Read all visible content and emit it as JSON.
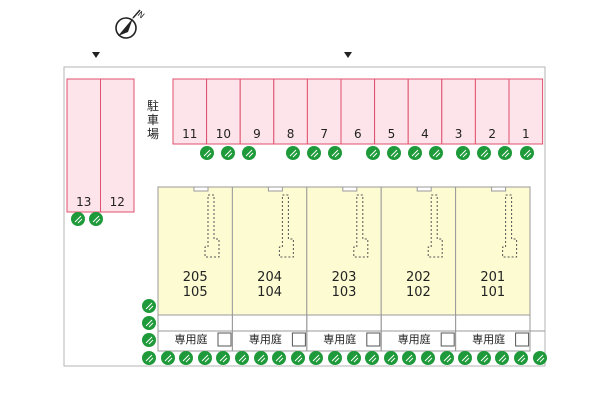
{
  "compass": {
    "label": "N"
  },
  "parking": {
    "label": "駐車場",
    "top_row": [
      "11",
      "10",
      "9",
      "8",
      "7",
      "6",
      "5",
      "4",
      "3",
      "2",
      "1"
    ],
    "left_column": [
      "13",
      "12"
    ]
  },
  "units": [
    {
      "upper": "205",
      "lower": "105",
      "garden": "専用庭"
    },
    {
      "upper": "204",
      "lower": "104",
      "garden": "専用庭"
    },
    {
      "upper": "203",
      "lower": "103",
      "garden": "専用庭"
    },
    {
      "upper": "202",
      "lower": "102",
      "garden": "専用庭"
    },
    {
      "upper": "201",
      "lower": "101",
      "garden": "専用庭"
    }
  ],
  "colors": {
    "parking_fill": "#fde4ea",
    "parking_stroke": "#e0506e",
    "building_fill": "#fdfbd2",
    "building_stroke": "#9a9a9a",
    "shrub": "#1f9a3a",
    "shrub_highlight": "#ffffff"
  }
}
